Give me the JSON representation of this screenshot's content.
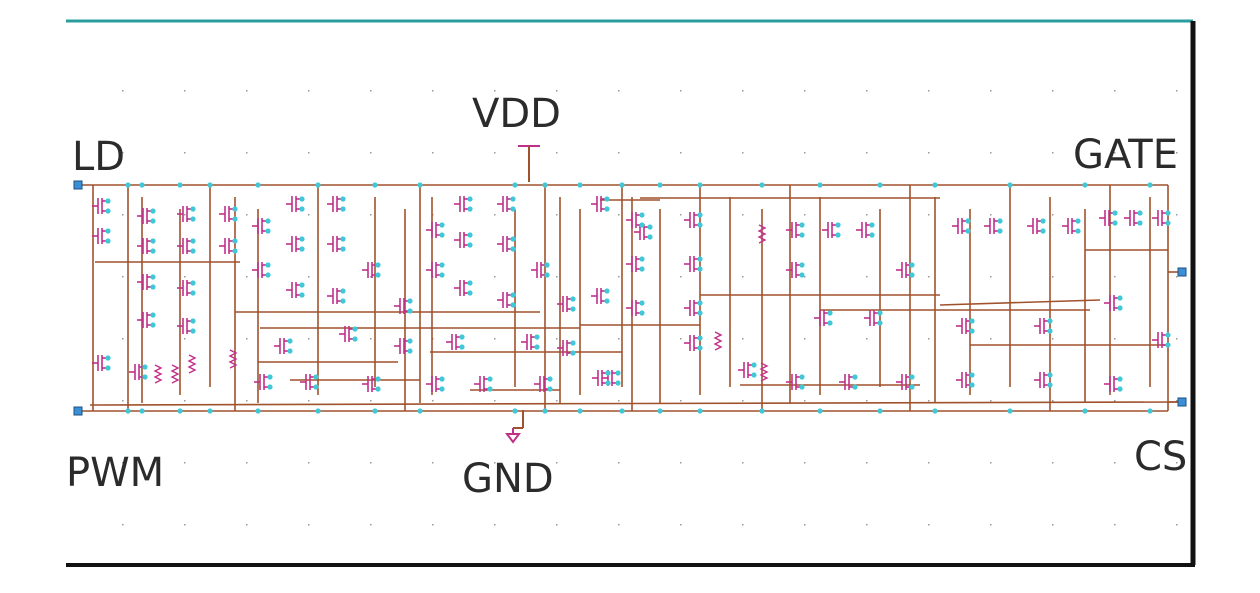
{
  "labels": {
    "ld": "LD",
    "pwm": "PWM",
    "vdd": "VDD",
    "gnd": "GND",
    "gate": "GATE",
    "cs": "CS"
  },
  "colors": {
    "background": "#ffffff",
    "wire": "#a0522d",
    "transistor": "#c0308a",
    "node": "#40c8d8",
    "port_fill": "#3a8fd6",
    "port_stroke": "#1d4f80",
    "top_border": "#2a9d9d",
    "frame": "#111111",
    "grid_dot": "#9a9a9a",
    "label": "#2b2b2b"
  },
  "icons": {
    "vdd_supply": "supply-tee-icon",
    "gnd_supply": "ground-icon",
    "port": "port-square-icon",
    "transistor": "mosfet-symbol-icon",
    "resistor": "resistor-zigzag-icon"
  }
}
